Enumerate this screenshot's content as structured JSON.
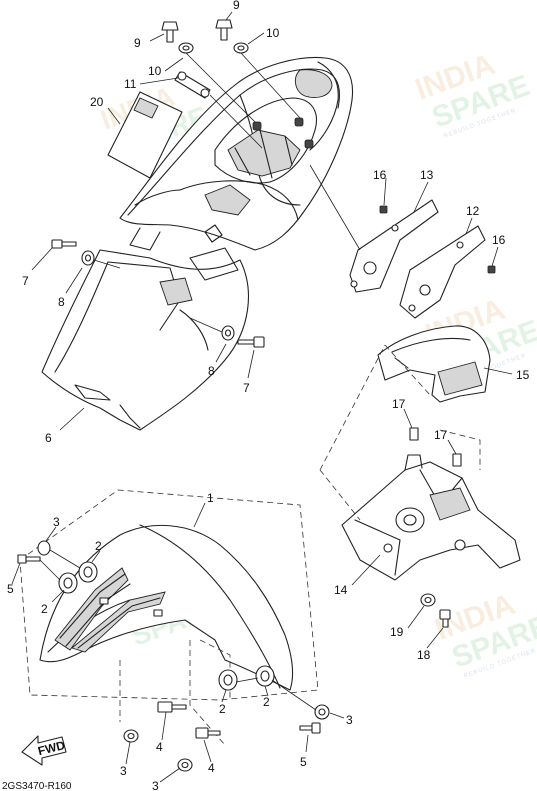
{
  "callouts": {
    "c1": "1",
    "c2a": "2",
    "c2b": "2",
    "c2c": "2",
    "c2d": "2",
    "c3a": "3",
    "c3b": "3",
    "c3c": "3",
    "c3d": "3",
    "c4a": "4",
    "c4b": "4",
    "c5a": "5",
    "c5b": "5",
    "c6": "6",
    "c7a": "7",
    "c7b": "7",
    "c8a": "8",
    "c8b": "8",
    "c9a": "9",
    "c9b": "9",
    "c10a": "10",
    "c10b": "10",
    "c11": "11",
    "c12": "12",
    "c13": "13",
    "c14": "14",
    "c15": "15",
    "c16a": "16",
    "c16b": "16",
    "c17a": "17",
    "c17b": "17",
    "c18": "18",
    "c19": "19",
    "c20": "20"
  },
  "fwd_label": "FWD",
  "drawing_code": "2GS3470-R160",
  "watermark": {
    "line1": "INDIA",
    "line2": "SPARE",
    "tagline": "REBUILD TOGETHER"
  },
  "colors": {
    "watermark_orange": "#f0d9b8",
    "watermark_green": "#bfe6c8",
    "watermark_blue": "#c9d3e8"
  }
}
